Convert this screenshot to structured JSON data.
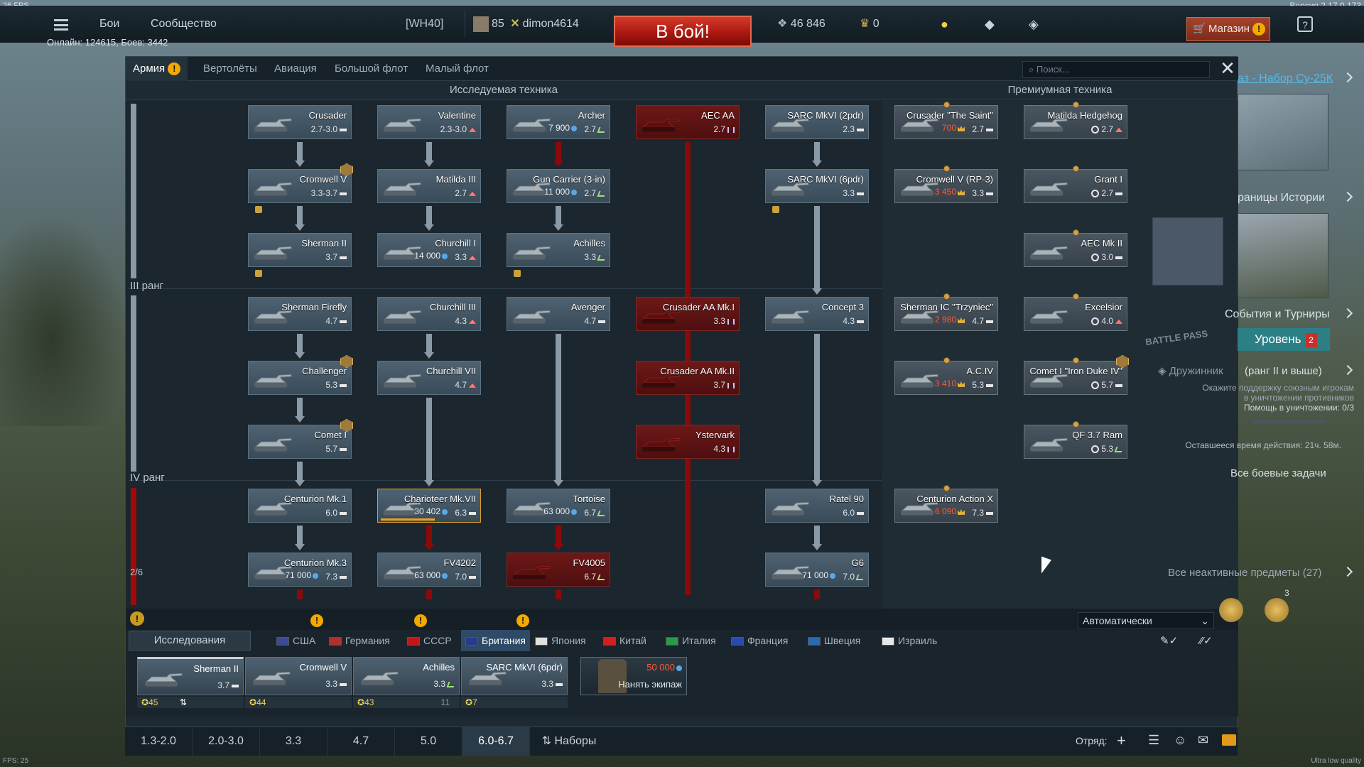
{
  "fps_top": "26 FPS",
  "version": "Версия 2.17.0.173",
  "online": "Онлайн: 124615, Боев: 3442",
  "topbar": {
    "battles": "Бои",
    "community": "Сообщество",
    "clan_tag": "[WH40]",
    "level": "85",
    "username": "dimon4614",
    "battle_button": "В бой!",
    "silver": "46 846",
    "gold": "0",
    "shop": "Магазин"
  },
  "tabs": [
    "Армия",
    "Вертолёты",
    "Авиация",
    "Большой флот",
    "Малый флот"
  ],
  "search_placeholder": "Поиск...",
  "headers": {
    "researchable": "Исследуемая техника",
    "premium": "Премиумная техника"
  },
  "ranks": {
    "r3": "III ранг",
    "r4": "IV ранг",
    "progress": "2/6"
  },
  "vehicles": [
    {
      "name": "Crusader",
      "br": "2.7-3.0",
      "cost": "",
      "type": "m",
      "style": "normal"
    },
    {
      "name": "Valentine",
      "br": "2.3-3.0",
      "cost": "",
      "type": "h",
      "style": "normal"
    },
    {
      "name": "Archer",
      "br": "2.7",
      "cost": "7 900",
      "type": "t",
      "style": "normal"
    },
    {
      "name": "AEC AA",
      "br": "2.7",
      "cost": "",
      "type": "a",
      "style": "red"
    },
    {
      "name": "SARC MkVI (2pdr)",
      "br": "2.3",
      "cost": "",
      "type": "m",
      "style": "normal"
    },
    {
      "name": "Crusader \"The Saint\"",
      "br": "2.7",
      "cost": "700",
      "type": "m",
      "style": "prem",
      "currency": "gold"
    },
    {
      "name": "Matilda Hedgehog",
      "br": "2.7",
      "cost": "",
      "type": "h",
      "style": "prem",
      "currency": "coin"
    },
    {
      "name": "Cromwell V",
      "br": "3.3-3.7",
      "cost": "",
      "type": "m",
      "style": "normal"
    },
    {
      "name": "Matilda III",
      "br": "2.7",
      "cost": "",
      "type": "h",
      "style": "normal"
    },
    {
      "name": "Gun Carrier (3-in)",
      "br": "2.7",
      "cost": "11 000",
      "type": "t",
      "style": "normal"
    },
    {
      "name": "SARC MkVI (6pdr)",
      "br": "3.3",
      "cost": "",
      "type": "m",
      "style": "normal"
    },
    {
      "name": "Cromwell V (RP-3)",
      "br": "3.3",
      "cost": "3 450",
      "type": "m",
      "style": "prem",
      "currency": "gold"
    },
    {
      "name": "Grant I",
      "br": "2.7",
      "cost": "",
      "type": "m",
      "style": "prem",
      "currency": "coin"
    },
    {
      "name": "Sherman II",
      "br": "3.7",
      "cost": "",
      "type": "m",
      "style": "normal"
    },
    {
      "name": "Churchill I",
      "br": "3.3",
      "cost": "14 000",
      "type": "h",
      "style": "normal"
    },
    {
      "name": "Achilles",
      "br": "3.3",
      "cost": "",
      "type": "t",
      "style": "normal"
    },
    {
      "name": "AEC Mk II",
      "br": "3.0",
      "cost": "",
      "type": "m",
      "style": "prem",
      "currency": "coin"
    },
    {
      "name": "Sherman Firefly",
      "br": "4.7",
      "cost": "",
      "type": "m",
      "style": "normal"
    },
    {
      "name": "Churchill III",
      "br": "4.3",
      "cost": "",
      "type": "h",
      "style": "normal"
    },
    {
      "name": "Avenger",
      "br": "4.7",
      "cost": "",
      "type": "m",
      "style": "normal"
    },
    {
      "name": "Crusader AA Mk.I",
      "br": "3.3",
      "cost": "",
      "type": "a",
      "style": "red"
    },
    {
      "name": "Concept 3",
      "br": "4.3",
      "cost": "",
      "type": "m",
      "style": "normal"
    },
    {
      "name": "Sherman IC \"Trzyniec\"",
      "br": "4.7",
      "cost": "2 980",
      "type": "m",
      "style": "prem",
      "currency": "gold"
    },
    {
      "name": "Excelsior",
      "br": "4.0",
      "cost": "",
      "type": "h",
      "style": "prem",
      "currency": "coin"
    },
    {
      "name": "Challenger",
      "br": "5.3",
      "cost": "",
      "type": "m",
      "style": "normal"
    },
    {
      "name": "Churchill VII",
      "br": "4.7",
      "cost": "",
      "type": "h",
      "style": "normal"
    },
    {
      "name": "Crusader AA Mk.II",
      "br": "3.7",
      "cost": "",
      "type": "a",
      "style": "red"
    },
    {
      "name": "A.C.IV",
      "br": "5.3",
      "cost": "3 410",
      "type": "m",
      "style": "prem",
      "currency": "gold"
    },
    {
      "name": "Comet I \"Iron Duke IV\"",
      "br": "5.7",
      "cost": "",
      "type": "m",
      "style": "prem",
      "currency": "coin"
    },
    {
      "name": "Comet I",
      "br": "5.7",
      "cost": "",
      "type": "m",
      "style": "normal"
    },
    {
      "name": "Ystervark",
      "br": "4.3",
      "cost": "",
      "type": "a",
      "style": "red"
    },
    {
      "name": "QF 3.7 Ram",
      "br": "5.3",
      "cost": "",
      "type": "t",
      "style": "prem",
      "currency": "coin"
    },
    {
      "name": "Centurion Mk.1",
      "br": "6.0",
      "cost": "",
      "type": "m",
      "style": "normal"
    },
    {
      "name": "Charioteer Mk.VII",
      "br": "6.3",
      "cost": "30 402",
      "type": "m",
      "style": "normal",
      "progress": 0.55
    },
    {
      "name": "Tortoise",
      "br": "6.7",
      "cost": "63 000",
      "type": "t",
      "style": "normal"
    },
    {
      "name": "Ratel 90",
      "br": "6.0",
      "cost": "",
      "type": "m",
      "style": "normal"
    },
    {
      "name": "Centurion Action X",
      "br": "7.3",
      "cost": "6 090",
      "type": "m",
      "style": "prem",
      "currency": "gold"
    },
    {
      "name": "Centurion Mk.3",
      "br": "7.3",
      "cost": "71 000",
      "type": "m",
      "style": "normal"
    },
    {
      "name": "FV4202",
      "br": "7.0",
      "cost": "63 000",
      "type": "m",
      "style": "normal"
    },
    {
      "name": "FV4005",
      "br": "6.7",
      "cost": "",
      "type": "t",
      "style": "red"
    },
    {
      "name": "G6",
      "br": "7.0",
      "cost": "71 000",
      "type": "t",
      "style": "normal"
    }
  ],
  "research_button": "Исследования",
  "auto_select": "Автоматически",
  "nations": [
    "США",
    "Германия",
    "СССР",
    "Британия",
    "Япония",
    "Китай",
    "Италия",
    "Франция",
    "Швеция",
    "Израиль"
  ],
  "active_nation": "Британия",
  "crew_slots": [
    {
      "name": "Sherman II",
      "br": "3.7",
      "crew": "45"
    },
    {
      "name": "Cromwell V",
      "br": "3.3",
      "crew": "44"
    },
    {
      "name": "Achilles",
      "br": "3.3",
      "crew": "43",
      "extra": "11"
    },
    {
      "name": "SARC MkVI (6pdr)",
      "br": "3.3",
      "crew": "7"
    }
  ],
  "hire_crew": {
    "cost": "50 000",
    "label": "Нанять экипаж"
  },
  "br_tabs": [
    "1.3-2.0",
    "2.0-3.0",
    "3.3",
    "4.7",
    "5.0",
    "6.0-6.7"
  ],
  "presets": "Наборы",
  "squad": "Отряд:",
  "fps_bottom": "FPS: 25",
  "quality": "Ultra low quality",
  "sidebar": {
    "promo": "аз - Набор Су-25К",
    "history": "раницы Истории",
    "events": "События и Турниры",
    "battlepass": "BATTLE PASS",
    "level": "Уровень",
    "level_num": "2",
    "task_title": "Дружинник",
    "task_rank": "(ранг II и выше)",
    "task_desc1": "Окажите поддержку союзным игрокам",
    "task_desc2": "в уничтожении противников",
    "task_desc3": "Помощь в уничтожении: 0/3",
    "time_left": "Оставшееся время действия: 21ч. 58м.",
    "all_tasks": "Все боевые задачи",
    "inactive": "Все неактивные предметы (27)",
    "medal_count": "3"
  }
}
